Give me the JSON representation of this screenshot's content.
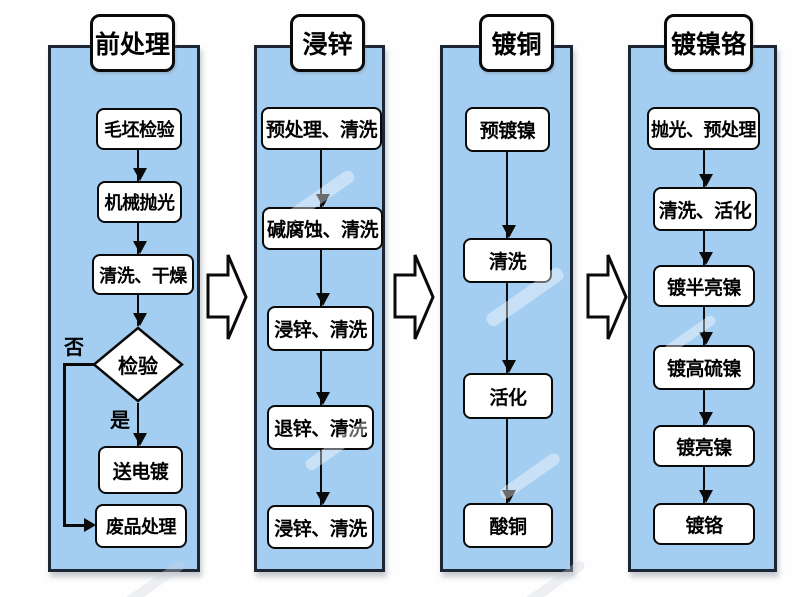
{
  "diagram": {
    "columns": [
      {
        "title": "前处理",
        "steps": [
          "毛坯检验",
          "机械抛光",
          "清洗、干燥"
        ],
        "decision": "检验",
        "decision_no": "否",
        "decision_yes": "是",
        "yes_step": "送电镀",
        "no_step": "废品处理"
      },
      {
        "title": "浸锌",
        "steps": [
          "预处理、清洗",
          "碱腐蚀、清洗",
          "浸锌、清洗",
          "退锌、清洗",
          "浸锌、清洗"
        ]
      },
      {
        "title": "镀铜",
        "steps": [
          "预镀镍",
          "清洗",
          "活化",
          "酸铜"
        ]
      },
      {
        "title": "镀镍铬",
        "steps": [
          "抛光、预处理",
          "清洗、活化",
          "镀半亮镍",
          "镀高硫镍",
          "镀亮镍",
          "镀铬"
        ]
      }
    ],
    "colors": {
      "panel_fill": "#a3cef1",
      "panel_border": "#1d2733",
      "box_fill": "#ffffff",
      "box_border": "#0a0a0a",
      "text": "#000000"
    }
  }
}
